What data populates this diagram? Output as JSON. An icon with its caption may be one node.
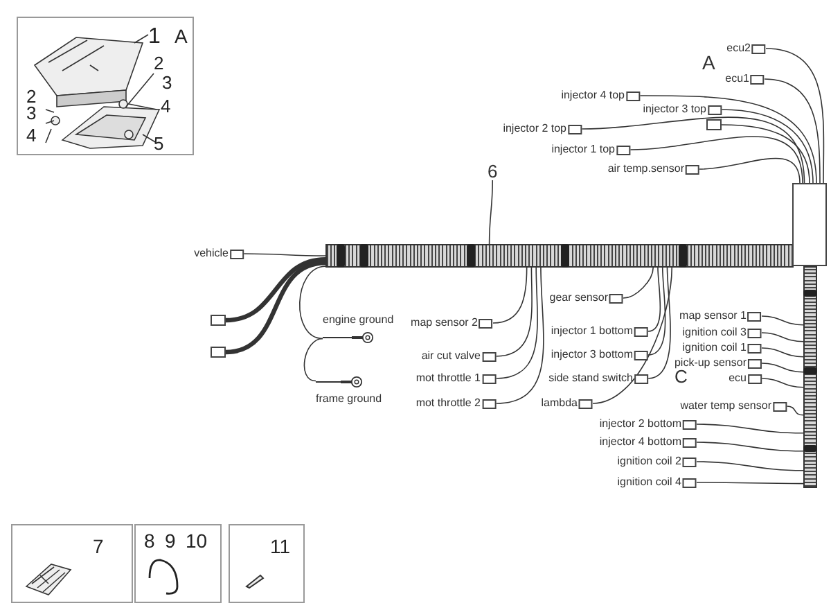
{
  "diagram": {
    "nodes": [
      {
        "text": [
          "1",
          "A",
          "2",
          "3",
          "2",
          "3",
          "4",
          "4",
          "5"
        ]
      },
      {
        "text": [
          "7"
        ]
      },
      {
        "text": [
          "8",
          "9",
          "10"
        ]
      },
      {
        "text": [
          "11"
        ]
      },
      {
        "text": [],
        "shape": "bar"
      },
      {
        "text": [],
        "shape": "box"
      },
      {
        "text": [],
        "shape": "bar"
      },
      {
        "text": [
          "6"
        ]
      },
      {
        "text": [
          "ecu2"
        ]
      },
      {
        "text": [
          "ecu1"
        ]
      },
      {
        "text": [
          "injector 4 top"
        ]
      },
      {
        "text": [
          "injector 3 top"
        ]
      },
      {
        "text": [],
        "shape": "box"
      },
      {
        "text": [
          "injector 2 top"
        ]
      },
      {
        "text": [
          "injector 1 top"
        ]
      },
      {
        "text": [
          "air temp.sensor"
        ]
      },
      {
        "text": [
          "vehicle"
        ]
      },
      {
        "text": [],
        "shape": "box"
      },
      {
        "text": [],
        "shape": "box"
      },
      {
        "text": [
          "engine ground"
        ]
      },
      {
        "text": [
          "frame ground"
        ]
      },
      {
        "text": [
          "map sensor 2"
        ]
      },
      {
        "text": [
          "air cut valve"
        ]
      },
      {
        "text": [
          "mot throttle 1"
        ]
      },
      {
        "text": [
          "mot throttle 2"
        ]
      },
      {
        "text": [
          "gear sensor"
        ]
      },
      {
        "text": [
          "injector 1 bottom"
        ]
      },
      {
        "text": [
          "injector 3 bottom"
        ]
      },
      {
        "text": [
          "side stand switch"
        ]
      },
      {
        "text": [
          "lambda"
        ]
      },
      {
        "text": [
          "map sensor 1"
        ]
      },
      {
        "text": [
          "ignition coil 3"
        ]
      },
      {
        "text": [
          "ignition coil 1"
        ]
      },
      {
        "text": [
          "pick-up sensor"
        ]
      },
      {
        "text": [
          "ecu"
        ]
      },
      {
        "text": [
          "water temp sensor"
        ]
      },
      {
        "text": [
          "injector 2 bottom"
        ]
      },
      {
        "text": [
          "injector 4 bottom"
        ]
      },
      {
        "text": [
          "ignition coil 2"
        ]
      },
      {
        "text": [
          "ignition coil 4"
        ]
      }
    ],
    "edges": [
      {
        "from": 7,
        "to": 4,
        "arrow": "none"
      },
      {
        "from": 8,
        "to": 5,
        "arrow": "none"
      },
      {
        "from": 9,
        "to": 5,
        "arrow": "none"
      },
      {
        "from": 10,
        "to": 5,
        "arrow": "none"
      },
      {
        "from": 11,
        "to": 5,
        "arrow": "none"
      },
      {
        "from": 12,
        "to": 5,
        "arrow": "none"
      },
      {
        "from": 13,
        "to": 5,
        "arrow": "none"
      },
      {
        "from": 14,
        "to": 5,
        "arrow": "none"
      },
      {
        "from": 15,
        "to": 5,
        "arrow": "none"
      },
      {
        "from": 16,
        "to": 4,
        "arrow": "none"
      },
      {
        "from": 17,
        "to": 4,
        "arrow": "none",
        "style": "thick"
      },
      {
        "from": 18,
        "to": 4,
        "arrow": "none",
        "style": "thick"
      },
      {
        "from": 4,
        "to": 19,
        "arrow": "none"
      },
      {
        "from": 19,
        "to": 20,
        "arrow": "none"
      },
      {
        "from": 21,
        "to": 4,
        "arrow": "none"
      },
      {
        "from": 22,
        "to": 4,
        "arrow": "none"
      },
      {
        "from": 23,
        "to": 4,
        "arrow": "none"
      },
      {
        "from": 24,
        "to": 4,
        "arrow": "none"
      },
      {
        "from": 25,
        "to": 4,
        "arrow": "none"
      },
      {
        "from": 26,
        "to": 4,
        "arrow": "none"
      },
      {
        "from": 27,
        "to": 4,
        "arrow": "none"
      },
      {
        "from": 28,
        "to": 4,
        "arrow": "none"
      },
      {
        "from": 29,
        "to": 4,
        "arrow": "none"
      },
      {
        "from": 30,
        "to": 6,
        "arrow": "none"
      },
      {
        "from": 31,
        "to": 6,
        "arrow": "none"
      },
      {
        "from": 32,
        "to": 6,
        "arrow": "none"
      },
      {
        "from": 33,
        "to": 6,
        "arrow": "none"
      },
      {
        "from": 34,
        "to": 6,
        "arrow": "none"
      },
      {
        "from": 35,
        "to": 6,
        "arrow": "none"
      },
      {
        "from": 36,
        "to": 6,
        "arrow": "none"
      },
      {
        "from": 37,
        "to": 6,
        "arrow": "none"
      },
      {
        "from": 38,
        "to": 6,
        "arrow": "none"
      },
      {
        "from": 39,
        "to": 6,
        "arrow": "none"
      }
    ],
    "labels": [
      "A",
      "C"
    ]
  }
}
